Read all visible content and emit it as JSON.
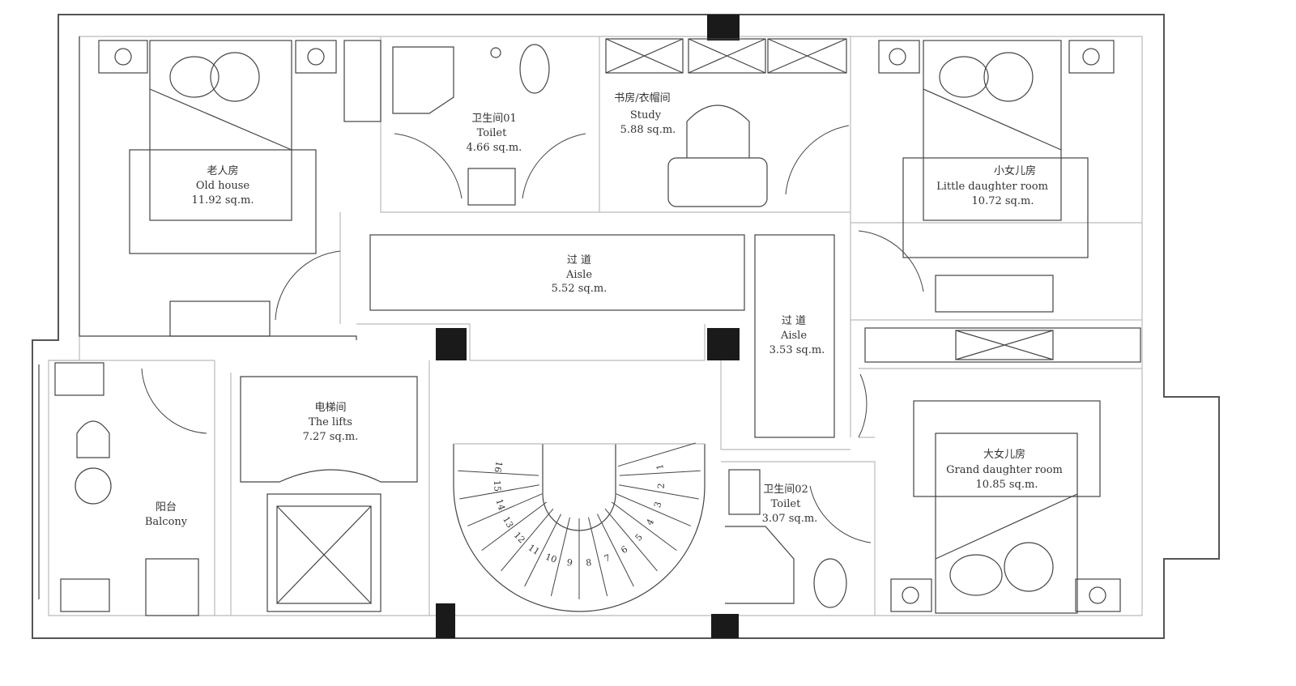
{
  "rooms": {
    "old_house": {
      "cn": "老人房",
      "en": "Old house",
      "area": "11.92 sq.m."
    },
    "toilet01": {
      "cn": "卫生间01",
      "en": "Toilet",
      "area": "4.66 sq.m."
    },
    "study": {
      "cn": "书房/衣帽间",
      "en": "Study",
      "area": "5.88 sq.m."
    },
    "little_daughter": {
      "cn": "小女儿房",
      "en": "Little daughter room",
      "area": "10.72 sq.m."
    },
    "aisle1": {
      "cn": "过 道",
      "en": "Aisle",
      "area": "5.52 sq.m."
    },
    "aisle2": {
      "cn": "过 道",
      "en": "Aisle",
      "area": "3.53 sq.m."
    },
    "lifts": {
      "cn": "电梯间",
      "en": "The lifts",
      "area": "7.27 sq.m."
    },
    "balcony": {
      "cn": "阳台",
      "en": "Balcony"
    },
    "toilet02": {
      "cn": "卫生间02",
      "en": "Toilet",
      "area": "3.07 sq.m."
    },
    "grand_daughter": {
      "cn": "大女儿房",
      "en": "Grand daughter room",
      "area": "10.85 sq.m."
    }
  },
  "stairs": [
    "1",
    "2",
    "3",
    "4",
    "5",
    "6",
    "7",
    "8",
    "9",
    "10",
    "11",
    "12",
    "13",
    "14",
    "15",
    "16"
  ]
}
